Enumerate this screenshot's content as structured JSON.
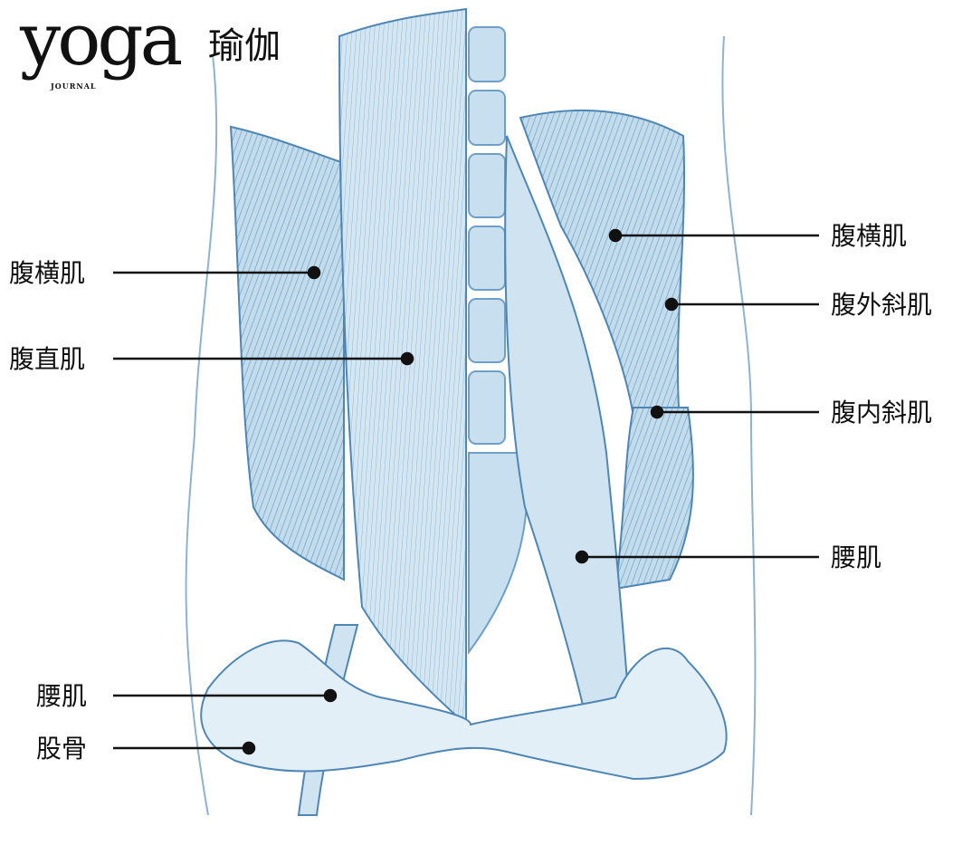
{
  "logo": {
    "wordmark": "yoga",
    "sub": "JOURNAL",
    "chinese": "瑜伽"
  },
  "colors": {
    "muscle": "#a9cfe4",
    "outline": "#4f86b3",
    "line": "#111111"
  },
  "labels_left": [
    {
      "text": "腹横肌"
    },
    {
      "text": "腹直肌"
    },
    {
      "text": "腰肌"
    },
    {
      "text": "股骨"
    }
  ],
  "labels_right": [
    {
      "text": "腹横肌"
    },
    {
      "text": "腹外斜肌"
    },
    {
      "text": "腹内斜肌"
    },
    {
      "text": "腰肌"
    }
  ]
}
